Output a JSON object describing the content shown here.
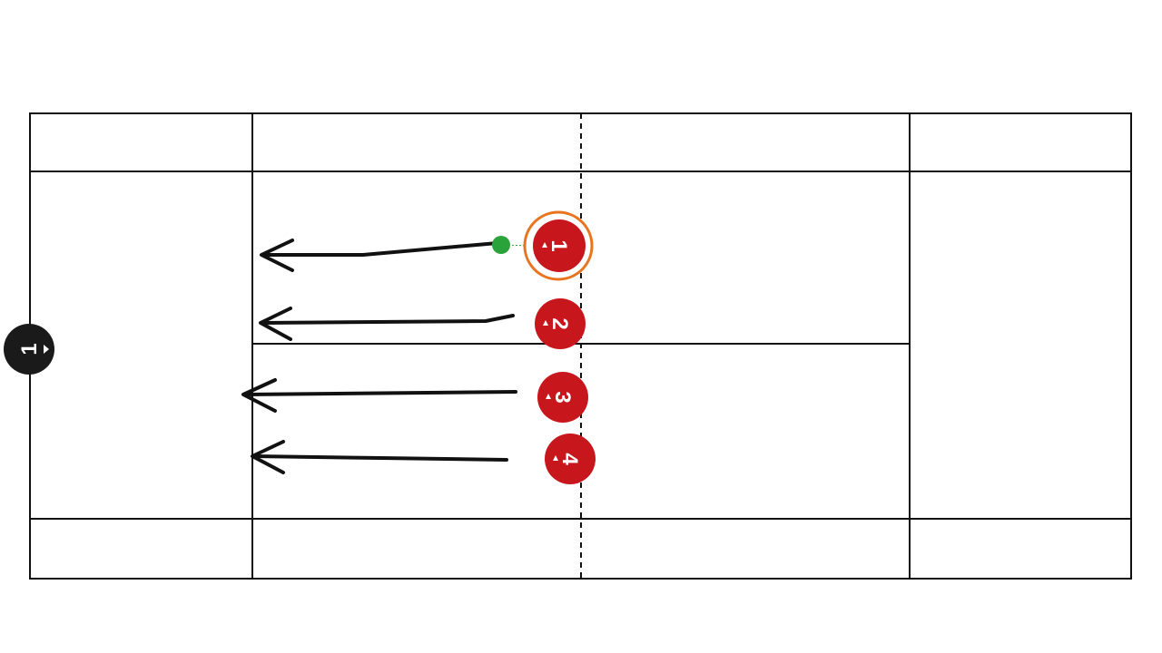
{
  "diagram": {
    "type": "tennis-court-drill",
    "colors": {
      "court_line": "#111111",
      "player_red": "#c8161d",
      "player_black": "#1a1a1a",
      "highlight_ring": "#e8741f",
      "marker_green": "#2aa33a",
      "arrow": "#111111"
    },
    "players": [
      {
        "id": "red-1",
        "label": "1",
        "team": "red",
        "selected": true
      },
      {
        "id": "red-2",
        "label": "2",
        "team": "red",
        "selected": false
      },
      {
        "id": "red-3",
        "label": "3",
        "team": "red",
        "selected": false
      },
      {
        "id": "red-4",
        "label": "4",
        "team": "red",
        "selected": false
      },
      {
        "id": "black-1",
        "label": "1",
        "team": "black",
        "selected": false
      }
    ]
  }
}
